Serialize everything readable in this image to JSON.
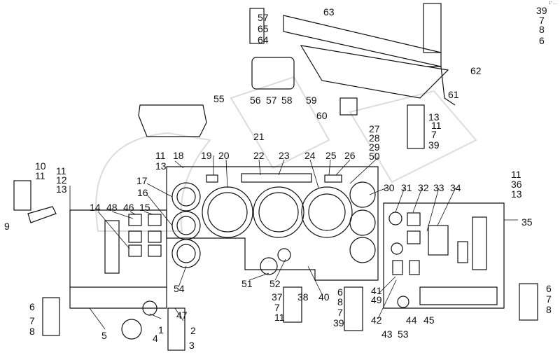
{
  "diagram": {
    "corner_mark": "1° ...",
    "callouts": [
      "57",
      "65",
      "64",
      "63",
      "39",
      "7",
      "8",
      "6",
      "62",
      "56",
      "57",
      "58",
      "59",
      "61",
      "60",
      "55",
      "13",
      "11",
      "7",
      "39",
      "21",
      "27",
      "28",
      "29",
      "50",
      "11",
      "13",
      "18",
      "19",
      "20",
      "22",
      "23",
      "24",
      "25",
      "26",
      "11",
      "36",
      "13",
      "11",
      "12",
      "13",
      "10",
      "11",
      "9",
      "17",
      "16",
      "30",
      "31",
      "32",
      "33",
      "34",
      "35",
      "14",
      "48",
      "46",
      "15",
      "51",
      "52",
      "54",
      "40",
      "38",
      "37",
      "7",
      "11",
      "41",
      "49",
      "42",
      "6",
      "8",
      "7",
      "39",
      "43",
      "53",
      "44",
      "45",
      "6",
      "7",
      "8",
      "6",
      "7",
      "8",
      "5",
      "47",
      "1",
      "2",
      "4",
      "3"
    ],
    "colors": {
      "line": "#111111",
      "background": "#ffffff",
      "watermark": "#dcdcdc"
    }
  }
}
